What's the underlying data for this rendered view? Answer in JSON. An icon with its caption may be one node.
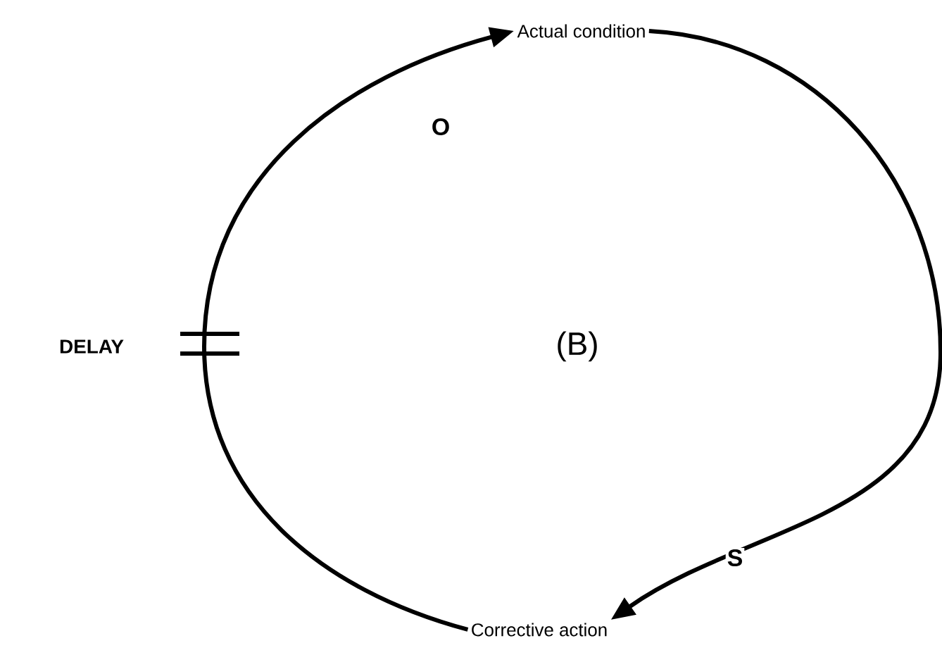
{
  "diagram": {
    "nodes": [
      {
        "text": [
          "Actual condition"
        ]
      },
      {
        "text": [
          "Corrective action"
        ]
      }
    ],
    "edges": [
      {
        "from": 0,
        "to": 1,
        "arrow": "to",
        "label": "S"
      },
      {
        "from": 1,
        "to": 0,
        "arrow": "to",
        "label": "O"
      }
    ],
    "labels": [
      "DELAY",
      "(B)"
    ]
  }
}
